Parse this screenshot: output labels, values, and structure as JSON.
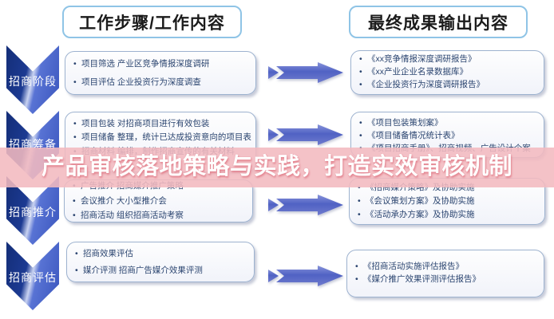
{
  "banner": {
    "text": "产品审核落地策略与实践，打造实效审核机制",
    "bg_color": "#F3BABF",
    "text_color": "#FFFFFF"
  },
  "headers": {
    "steps_column": "工作步骤/工作内容",
    "outputs_column": "最终成果输出内容"
  },
  "stages": [
    {
      "label": "招商阶段",
      "steps": [
        "项目筛选 产业区竞争情报深度调研",
        "项目评估 企业投资行为深度调查"
      ],
      "outputs": [
        "《xx竞争情报深度调研报告》",
        "《xx产业企业名录数据库》",
        "《企业投资行为深度调研报告》"
      ]
    },
    {
      "label": "招商筹备",
      "steps": [
        "项目包装 对招商项目进行有效包装",
        "项目储备 整理，统计已达成投资意向的项目表",
        "招商材料 编排，制作招商宣传的有关材料"
      ],
      "outputs": [
        "《项目包装策划案》",
        "《项目储备情况统计表》",
        "《项目招商手册》、招商视频、广告设计个案"
      ]
    },
    {
      "label": "招商推介",
      "steps": [
        "广告推介 招商媒介推广策略",
        "会议推介 大小型推介会",
        "招商活动 组织招商活动考察"
      ],
      "outputs": [
        "《招商媒介策略》及协助实施",
        "《会议策划方案》及协助实施",
        "《活动承办方案》及协助实施"
      ]
    },
    {
      "label": "招商评估",
      "steps": [
        "招商效果评估",
        "媒介评测 招商广告媒介效果评测"
      ],
      "outputs": [
        "《招商活动实施评估报告》",
        "《媒介推广效果评测评估报告》"
      ]
    }
  ],
  "colors": {
    "chevron_dark_blue": "#1C3A92",
    "arrow_blue": "#5364C5",
    "header_border_blue": "#8FC4E6",
    "bullet_text_navy": "#2B4570",
    "banner_pink": "#F3BABF"
  }
}
